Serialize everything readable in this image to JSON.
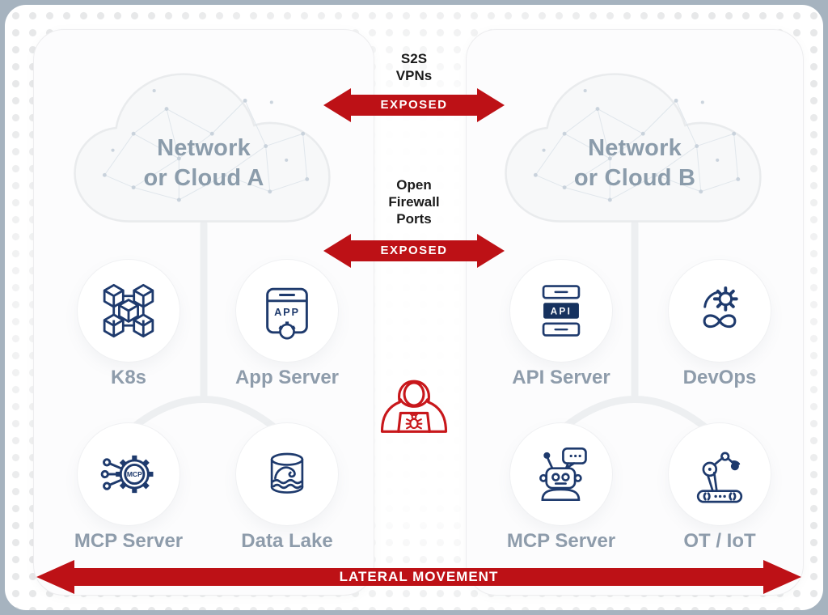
{
  "clouds": {
    "left": {
      "line1": "Network",
      "line2": "or Cloud A"
    },
    "right": {
      "line1": "Network",
      "line2": "or Cloud B"
    }
  },
  "nodes": {
    "left": [
      {
        "label": "K8s",
        "icon": "k8s-icon"
      },
      {
        "label": "App Server",
        "icon": "app-server-icon"
      },
      {
        "label": "MCP Server",
        "icon": "mcp-gear-icon"
      },
      {
        "label": "Data Lake",
        "icon": "data-lake-icon"
      }
    ],
    "right": [
      {
        "label": "API Server",
        "icon": "api-server-icon"
      },
      {
        "label": "DevOps",
        "icon": "devops-icon"
      },
      {
        "label": "MCP Server",
        "icon": "robot-icon"
      },
      {
        "label": "OT / IoT",
        "icon": "ot-iot-icon"
      }
    ]
  },
  "icon_texts": {
    "app": "APP",
    "api": "API",
    "mcp": "MCP"
  },
  "connections": {
    "s2s": {
      "line1": "S2S",
      "line2": "VPNs",
      "status": "EXPOSED"
    },
    "firewall": {
      "line1": "Open",
      "line2": "Firewall",
      "line3": "Ports",
      "status": "EXPOSED"
    },
    "lateral": {
      "label": "LATERAL MOVEMENT"
    }
  },
  "threat": {
    "icon": "hacker-with-laptop-bug-icon"
  },
  "colors": {
    "danger_red": "#bd1116",
    "icon_navy": "#1e3a6d",
    "api_fill_navy": "#16325f",
    "label_gray": "#8e9cab",
    "outer_background": "#a6b3bf"
  }
}
